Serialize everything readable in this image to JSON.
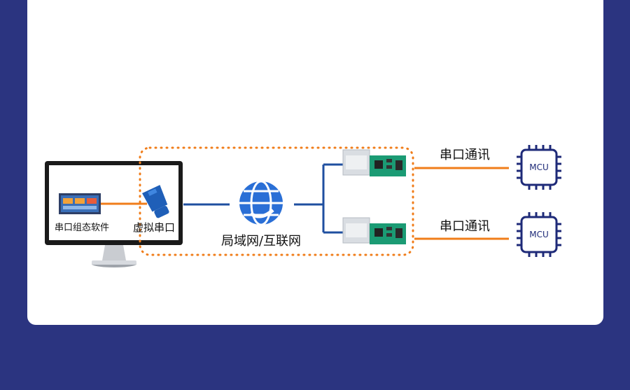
{
  "labels": {
    "serial_software": "串口组态软件",
    "virtual_serial": "虚拟串口",
    "network": "局域网/互联网",
    "serial_comm_1": "串口通讯",
    "serial_comm_2": "串口通讯",
    "mcu_1": "MCU",
    "mcu_2": "MCU"
  },
  "colors": {
    "background": "#2b3480",
    "card": "#ffffff",
    "blue_line": "#1f4fa0",
    "orange_line": "#f07d1a",
    "mcu_stroke": "#1e2a78",
    "globe": "#2a6fd6"
  },
  "icons": [
    "monitor-icon",
    "serial-connector-icon",
    "globe-network-icon",
    "serial-server-module-icon",
    "mcu-chip-icon"
  ]
}
